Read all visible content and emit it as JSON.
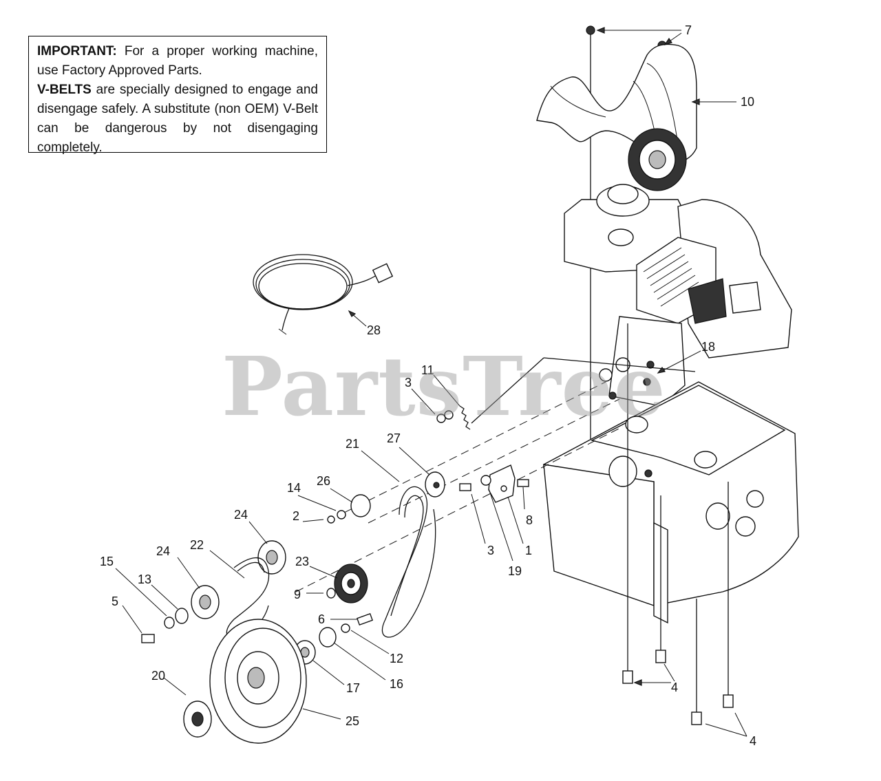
{
  "notice": {
    "important_label": "IMPORTANT:",
    "important_text": " For a proper working machine, use Factory Approved Parts.",
    "vbelts_label": "V-BELTS",
    "vbelts_text": " are specially designed to engage and disengage safely. A substitute (non OEM) V-Belt can be dangerous by not disengaging completely."
  },
  "watermark": "PartsTree",
  "callouts": {
    "c7": "7",
    "c10": "10",
    "c28": "28",
    "c18": "18",
    "c11": "11",
    "c3a": "3",
    "c21": "21",
    "c27": "27",
    "c14": "14",
    "c26": "26",
    "c2": "2",
    "c8": "8",
    "c1": "1",
    "c3b": "3",
    "c19": "19",
    "c22": "22",
    "c24a": "24",
    "c24b": "24",
    "c15": "15",
    "c13": "13",
    "c23": "23",
    "c9": "9",
    "c5": "5",
    "c6": "6",
    "c12": "12",
    "c16": "16",
    "c17": "17",
    "c20": "20",
    "c25": "25",
    "c4a": "4",
    "c4b": "4"
  }
}
